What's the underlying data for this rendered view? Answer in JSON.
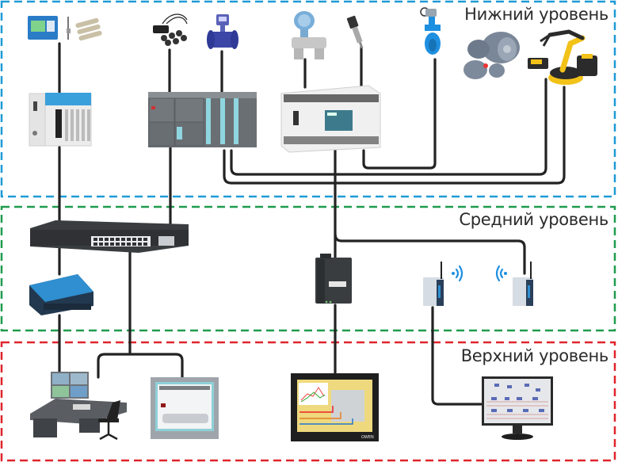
{
  "diagram": {
    "title": "Уровни автоматизированной системы управления",
    "levels": [
      {
        "id": "lower",
        "label": "Нижний уровень",
        "color": "#1e9ad6"
      },
      {
        "id": "middle",
        "label": "Средний уровень",
        "color": "#1f9b4e"
      },
      {
        "id": "upper",
        "label": "Верхний уровень",
        "color": "#e0242b"
      }
    ],
    "devices": {
      "lower": [
        {
          "id": "analyzer",
          "label": "analyzer-with-sensors"
        },
        {
          "id": "current-sensors",
          "label": "current-sensors"
        },
        {
          "id": "flowmeter",
          "label": "flowmeter"
        },
        {
          "id": "pressure-transmitter",
          "label": "pressure-transmitter"
        },
        {
          "id": "pressure-sensor",
          "label": "pressure-sensor"
        },
        {
          "id": "valve-actuator",
          "label": "valve-actuator"
        },
        {
          "id": "electric-motors",
          "label": "electric-motors"
        },
        {
          "id": "robot-arm",
          "label": "robot-arm"
        },
        {
          "id": "modular-io",
          "label": "modular-io"
        },
        {
          "id": "plc-rack",
          "label": "plc-rack"
        },
        {
          "id": "compact-plc",
          "label": "compact-plc"
        }
      ],
      "middle": [
        {
          "id": "ethernet-switch",
          "label": "ethernet-switch"
        },
        {
          "id": "serial-device-server",
          "label": "serial-device-server"
        },
        {
          "id": "din-gateway",
          "label": "din-gateway"
        },
        {
          "id": "wireless-ap-left",
          "label": "wireless-ap-left"
        },
        {
          "id": "wireless-ap-right",
          "label": "wireless-ap-right"
        }
      ],
      "upper": [
        {
          "id": "operator-workstation",
          "label": "operator-workstation"
        },
        {
          "id": "hmi-panel",
          "label": "hmi-panel"
        },
        {
          "id": "touch-panel",
          "label": "touch-panel"
        },
        {
          "id": "scada-monitor",
          "label": "scada-monitor"
        }
      ]
    },
    "brand_text": {
      "touch_panel_badge": "OWEN"
    }
  }
}
